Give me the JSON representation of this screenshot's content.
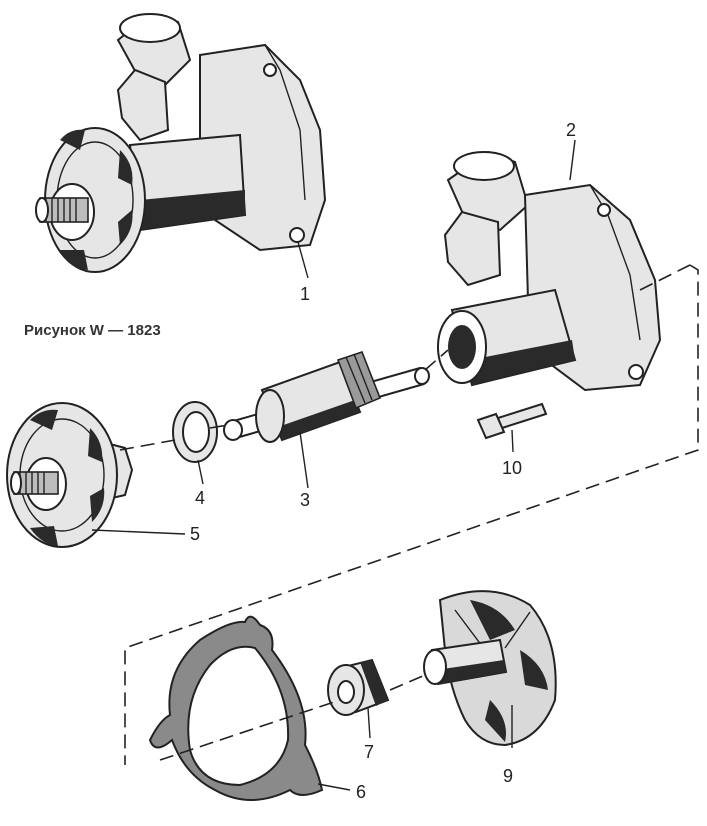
{
  "figure_caption": "Рисунок W — 1823",
  "callouts": {
    "pump_assembly": "1",
    "pump_housing": "2",
    "shaft_bearing": "3",
    "ring": "4",
    "hub_flange": "5",
    "gasket": "6",
    "seal": "7",
    "impeller": "9",
    "bolt": "10"
  }
}
